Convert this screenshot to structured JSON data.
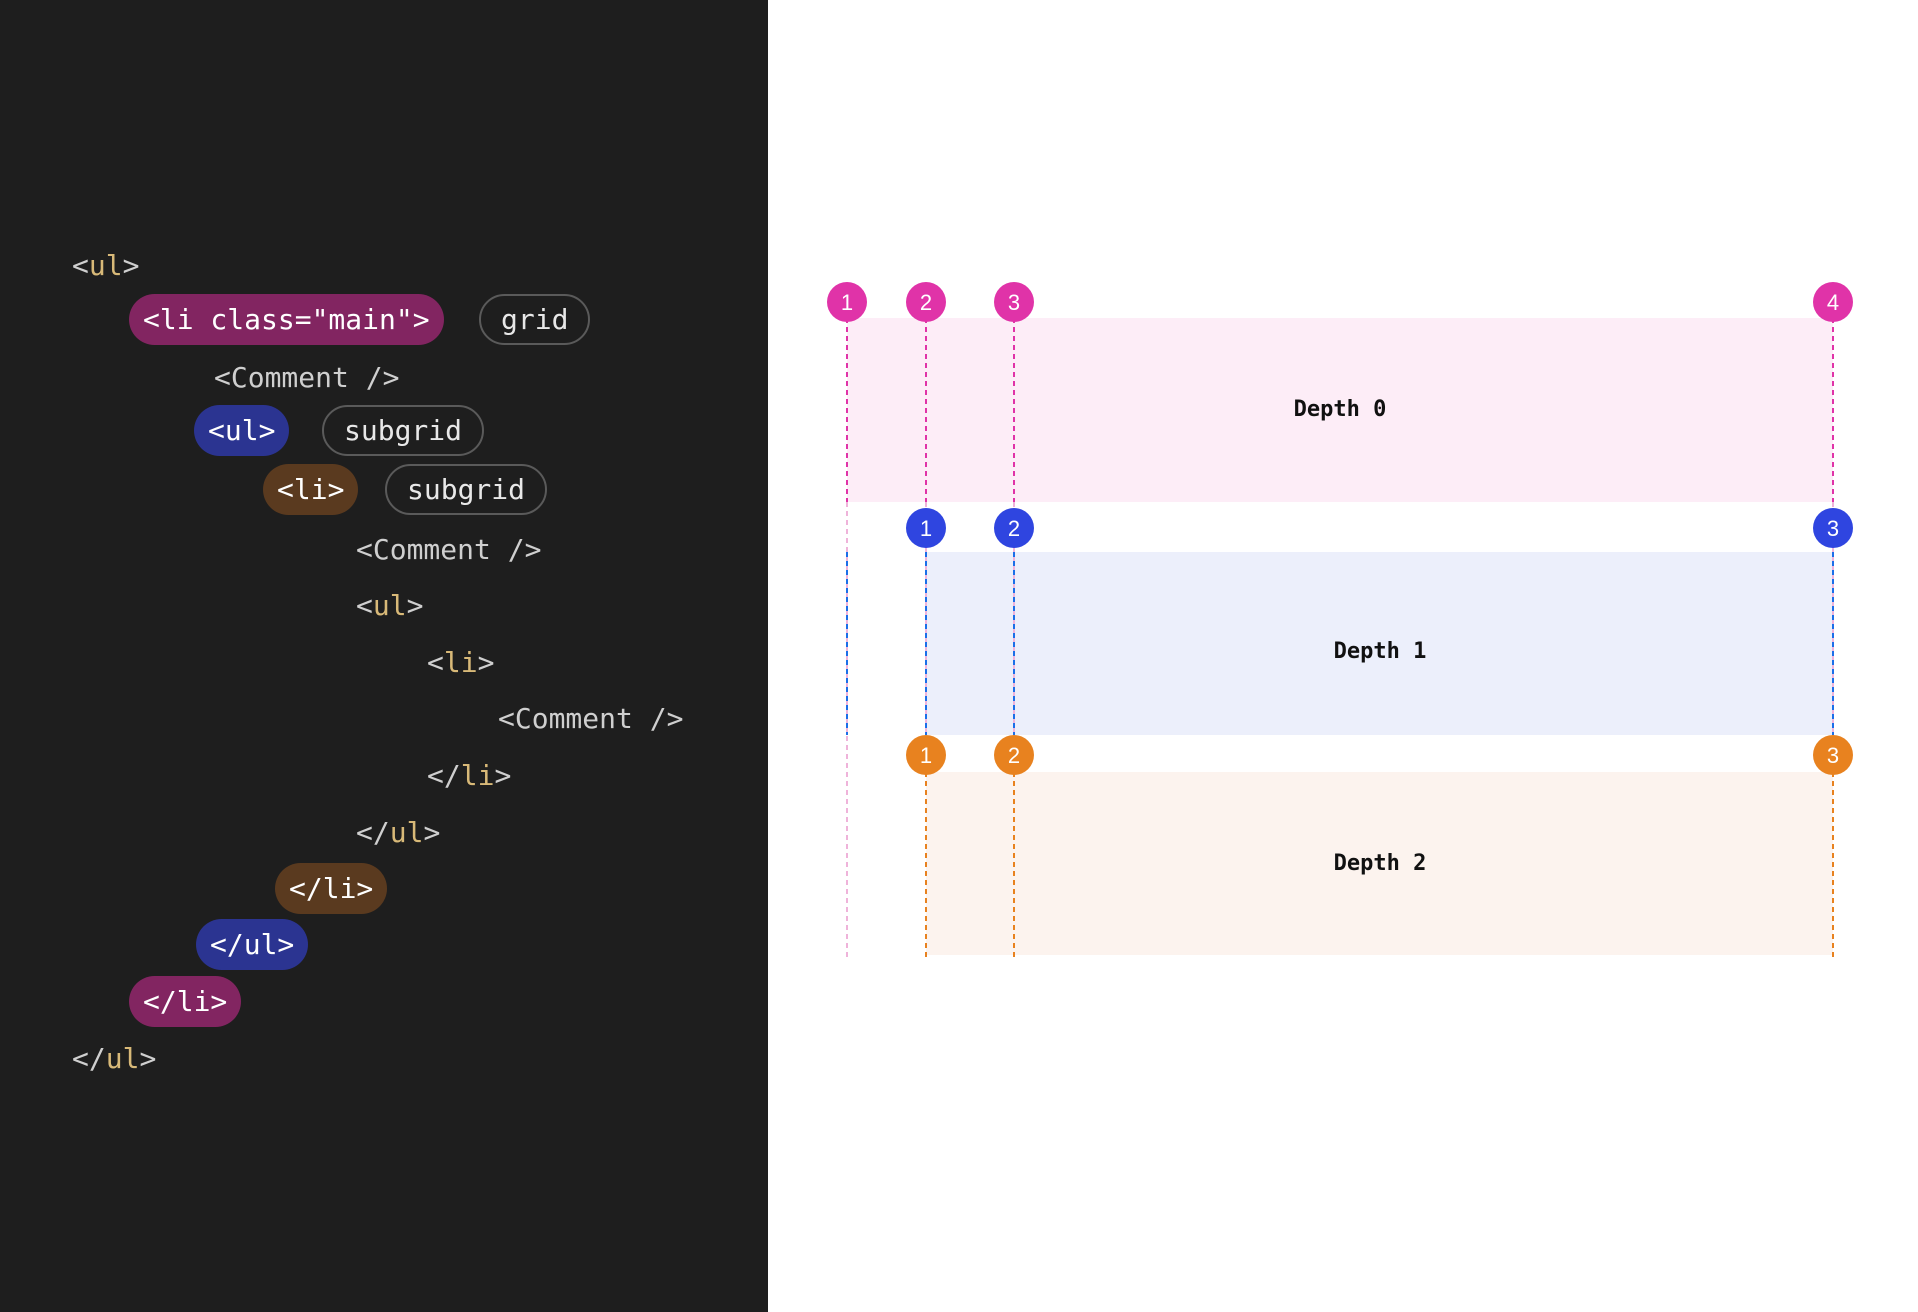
{
  "code": {
    "lines": [
      {
        "open": "<",
        "name": "ul",
        "close": ">"
      },
      {
        "pill": "<li class=\"main\">",
        "badge": "grid"
      },
      {
        "text": "<Comment />"
      },
      {
        "pill": "<ul>",
        "badge": "subgrid"
      },
      {
        "pill": "<li>",
        "badge": "subgrid"
      },
      {
        "text": "<Comment />"
      },
      {
        "open": "<",
        "name": "ul",
        "close": ">"
      },
      {
        "open": "<",
        "name": "li",
        "close": ">"
      },
      {
        "text": "<Comment />"
      },
      {
        "open": "</",
        "name": "li",
        "close": ">"
      },
      {
        "open": "</",
        "name": "ul",
        "close": ">"
      },
      {
        "pill": "</li>"
      },
      {
        "pill": "</ul>"
      },
      {
        "pill": "</li>"
      },
      {
        "open": "</",
        "name": "ul",
        "close": ">"
      }
    ]
  },
  "diagram": {
    "colors": {
      "depth0": "#e033a8",
      "depth0_bg": "#fdedf7",
      "depth1": "#2f45e0",
      "depth1_bg": "#eceffb",
      "depth1_line": "#1b6fe8",
      "depth2": "#e8821f",
      "depth2_bg": "#fcf3ee"
    },
    "rows": [
      {
        "label": "Depth 0",
        "markers": [
          "1",
          "2",
          "3",
          "4"
        ]
      },
      {
        "label": "Depth 1",
        "markers": [
          "1",
          "2",
          "3"
        ]
      },
      {
        "label": "Depth 2",
        "markers": [
          "1",
          "2",
          "3"
        ]
      }
    ]
  }
}
